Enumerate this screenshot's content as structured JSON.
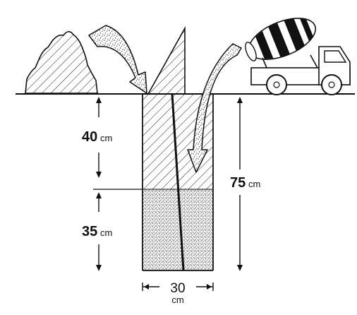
{
  "labels": {
    "top_depth_value": "40",
    "top_depth_unit": "cm",
    "bottom_depth_value": "35",
    "bottom_depth_unit": "cm",
    "total_depth_value": "75",
    "total_depth_unit": "cm",
    "width_value": "30",
    "width_unit": "cm"
  },
  "icons": {
    "soil_pile": "soil-pile-icon",
    "soil_arrow": "curved-arrow-icon",
    "post": "post-icon",
    "concrete_arrow": "curved-arrow-icon",
    "mixer_truck": "cement-mixer-truck-icon"
  },
  "colors": {
    "line": "#111111",
    "background": "#ffffff"
  }
}
